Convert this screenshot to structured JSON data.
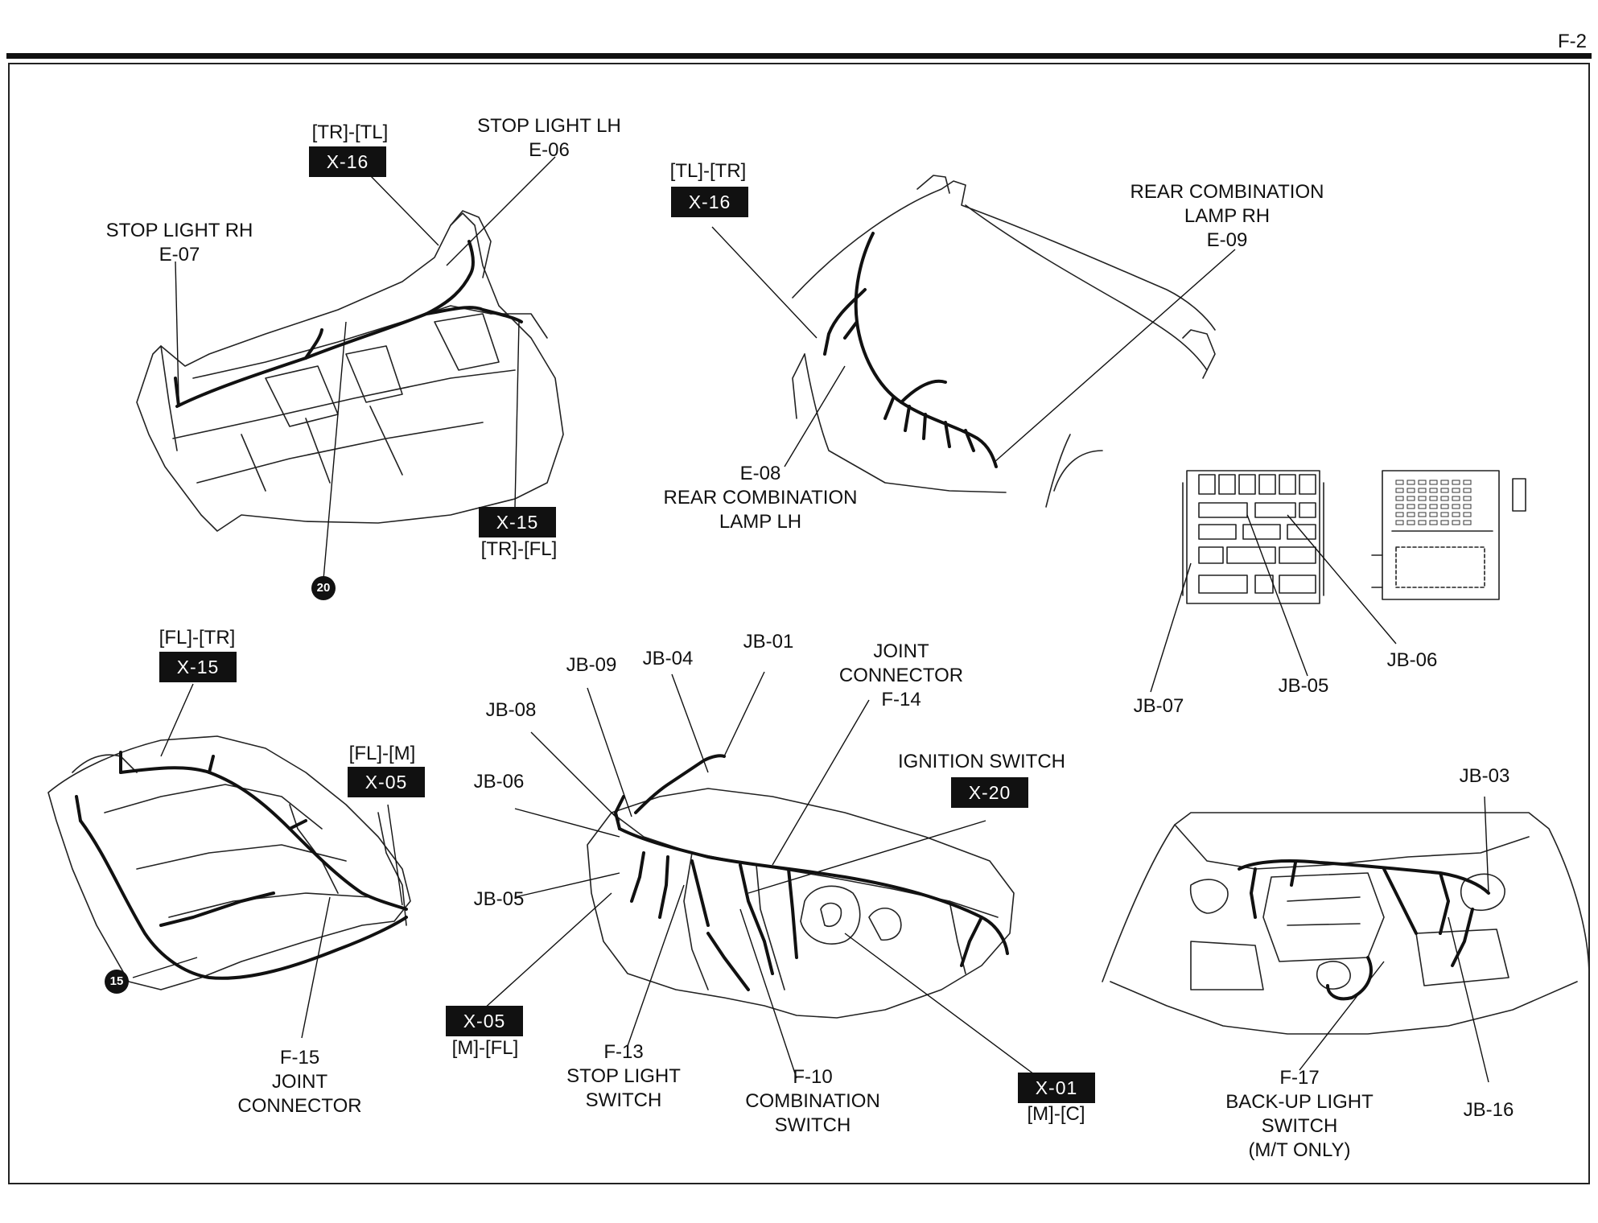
{
  "page_number": "F-2",
  "labels": {
    "stop_light_rh": {
      "line1": "STOP LIGHT RH",
      "line2": "E-07"
    },
    "stop_light_lh": {
      "line1": "STOP LIGHT LH",
      "line2": "E-06"
    },
    "tr_tl": "[TR]-[TL]",
    "tr_fl": "[TR]-[FL]",
    "tl_tr": "[TL]-[TR]",
    "rear_combo_rh": {
      "line1": "REAR COMBINATION",
      "line2": "LAMP RH",
      "line3": "E-09"
    },
    "rear_combo_lh": {
      "line1": "E-08",
      "line2": "REAR COMBINATION",
      "line3": "LAMP LH"
    },
    "fl_tr": "[FL]-[TR]",
    "fl_m": "[FL]-[M]",
    "f15": {
      "line1": "F-15",
      "line2": "JOINT",
      "line3": "CONNECTOR"
    },
    "jb09": "JB-09",
    "jb04": "JB-04",
    "jb01": "JB-01",
    "jb08": "JB-08",
    "jb06_dash": "JB-06",
    "jb05_dash": "JB-05",
    "joint_f14": {
      "line1": "JOINT",
      "line2": "CONNECTOR",
      "line3": "F-14"
    },
    "ignition": "IGNITION SWITCH",
    "m_fl": "[M]-[FL]",
    "f13": {
      "line1": "F-13",
      "line2": "STOP LIGHT",
      "line3": "SWITCH"
    },
    "f10": {
      "line1": "F-10",
      "line2": "COMBINATION",
      "line3": "SWITCH"
    },
    "m_c": "[M]-[C]",
    "jb07": "JB-07",
    "jb05_box": "JB-05",
    "jb06_box": "JB-06",
    "jb03": "JB-03",
    "jb16": "JB-16",
    "f17": {
      "line1": "F-17",
      "line2": "BACK-UP LIGHT",
      "line3": "SWITCH",
      "line4": "(M/T ONLY)"
    }
  },
  "tags": {
    "x16_a": "X-16",
    "x15_a": "X-15",
    "x16_b": "X-16",
    "x15_b": "X-15",
    "x05_a": "X-05",
    "x20": "X-20",
    "x05_b": "X-05",
    "x01": "X-01"
  },
  "badges": {
    "b20": "20",
    "b15": "15"
  }
}
